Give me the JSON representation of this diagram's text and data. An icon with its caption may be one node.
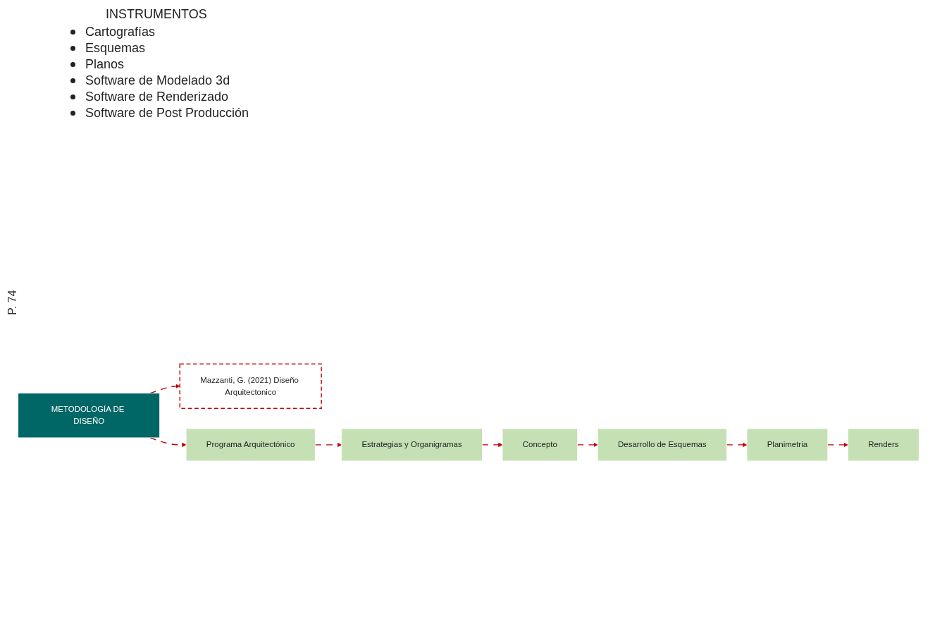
{
  "diagram": {
    "nodes": [
      {
        "text": [
          "METODOLOGÍA DE DISEÑO"
        ]
      },
      {
        "text": [
          "Mazzanti, G. (2021) Diseño Arquitectonico"
        ]
      },
      {
        "text": [
          "Programa Arquitectónico"
        ]
      },
      {
        "text": [
          "Estrategias y Organigramas"
        ]
      },
      {
        "text": [
          "Concepto"
        ]
      },
      {
        "text": [
          "Desarrollo de Esquemas"
        ]
      },
      {
        "text": [
          "Planimetria"
        ]
      },
      {
        "text": [
          "Renders"
        ]
      }
    ],
    "edges": [
      {
        "from": 0,
        "to": 2,
        "arrow": "to",
        "style": "dashed",
        "color": "#c00000"
      },
      {
        "from": 0,
        "to": 1,
        "arrow": "to",
        "style": "dashed",
        "color": "#c00000"
      },
      {
        "from": 2,
        "to": 3,
        "arrow": "to",
        "style": "dashed",
        "color": "#c00000"
      },
      {
        "from": 3,
        "to": 4,
        "arrow": "to",
        "style": "dashed",
        "color": "#c00000"
      },
      {
        "from": 4,
        "to": 5,
        "arrow": "to",
        "style": "dashed",
        "color": "#c00000"
      },
      {
        "from": 5,
        "to": 6,
        "arrow": "to",
        "style": "dashed",
        "color": "#c00000"
      },
      {
        "from": 6,
        "to": 7,
        "arrow": "to",
        "style": "dashed",
        "color": "#c00000"
      }
    ],
    "labels": [
      "INSTRUMENTOS",
      "Cartografías",
      "Esquemas",
      "Planos",
      "Software de Modelado 3d",
      "Software de Renderizado",
      "Software de Post Producción",
      "P. 74"
    ]
  }
}
